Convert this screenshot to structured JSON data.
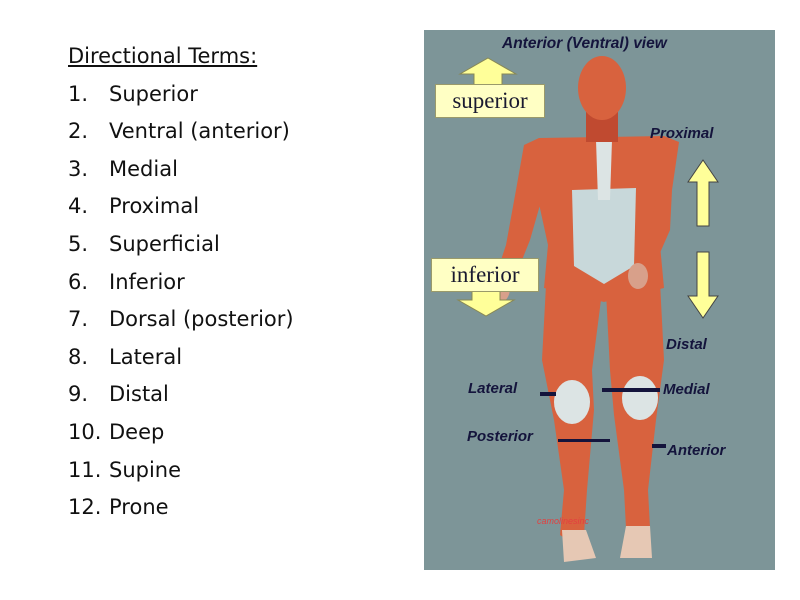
{
  "list": {
    "heading": "Directional Terms:",
    "items": [
      {
        "num": "1.",
        "label": "Superior"
      },
      {
        "num": "2.",
        "label": "Ventral (anterior)"
      },
      {
        "num": "3.",
        "label": "Medial"
      },
      {
        "num": "4.",
        "label": "Proximal"
      },
      {
        "num": "5.",
        "label": "Superficial"
      },
      {
        "num": "6.",
        "label": "Inferior"
      },
      {
        "num": "7.",
        "label": "Dorsal (posterior)"
      },
      {
        "num": "8.",
        "label": "Lateral"
      },
      {
        "num": "9.",
        "label": "Distal"
      },
      {
        "num": "10.",
        "label": "Deep"
      },
      {
        "num": "11.",
        "label": "Supine"
      },
      {
        "num": "12.",
        "label": "Prone"
      }
    ]
  },
  "figure": {
    "title": "Anterior (Ventral) view",
    "superior": "superior",
    "inferior": "inferior",
    "proximal": "Proximal",
    "distal": "Distal",
    "lateral": "Lateral",
    "medial": "Medial",
    "posterior": "Posterior",
    "anterior": "Anterior",
    "watermark": "camolinesinc",
    "colors": {
      "background": "#7d9598",
      "muscle": "#d8623e",
      "tendon": "#dce4e4",
      "label_box": "#ffffc4",
      "arrow": "#ffff99",
      "label_text": "#14143c"
    }
  }
}
